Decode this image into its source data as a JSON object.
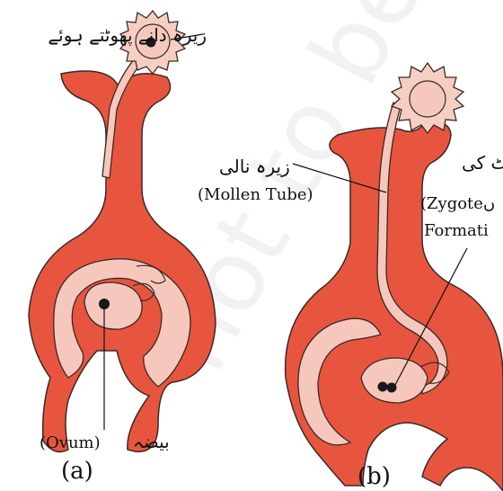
{
  "labels": {
    "pollen_germinating_urdu": "زیرہ دانے پھوٹتے ہوئے",
    "pollen_tube_urdu": "زیرہ نالی",
    "pollen_tube_en": "(Mollen Tube)",
    "zygote_urdu": "ٹ کی",
    "zygote_en_1": "(Zygote",
    "zygote_en_1_urdu": "ں",
    "zygote_en_2": "Formati",
    "ovum_en": "(Ovum)",
    "ovum_urdu": "بیضہ",
    "panel_a": "(a)",
    "panel_b": "(b)"
  },
  "watermark": "not to be republished",
  "colors": {
    "pistil": "#e8553e",
    "pistil_dark": "#c9442f",
    "tissue_light": "#f6c8bd",
    "pollen": "#f5cfc1",
    "nucleus": "#1a1a1a",
    "outline": "#3a2a26"
  }
}
